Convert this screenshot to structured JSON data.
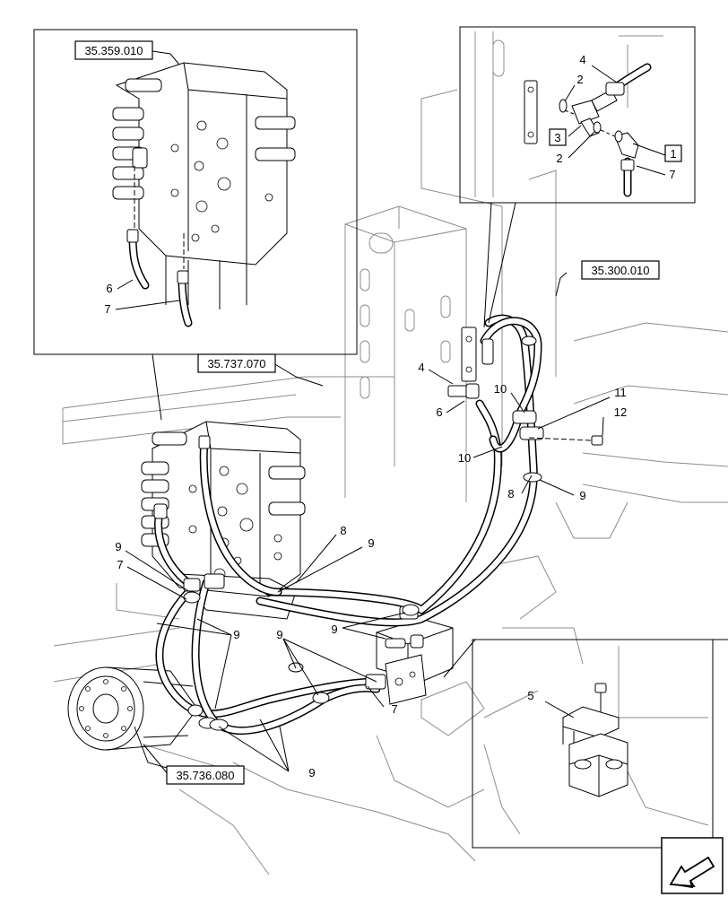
{
  "references": {
    "detail_left": "35.359.010",
    "frame_right": "35.300.010",
    "upper_line": "35.737.070",
    "lower_motor": "35.736.080"
  },
  "callouts": {
    "c1": "1",
    "c2a": "2",
    "c2b": "2",
    "c3": "3",
    "c4a": "4",
    "c7a": "7",
    "c6a": "6",
    "c7b": "7",
    "c4b": "4",
    "c6b": "6",
    "c10a": "10",
    "c11": "11",
    "c12": "12",
    "c10b": "10",
    "c8a": "8",
    "c9a": "9",
    "c9b": "9",
    "c7c": "7",
    "c8b": "8",
    "c9c": "9",
    "c9d": "9",
    "c9e": "9",
    "c9f": "9",
    "c7d": "7",
    "c9g": "9",
    "c5": "5"
  },
  "icons": [
    "direction-arrow-icon"
  ],
  "colors": {
    "line": "#000000",
    "background": "#ffffff",
    "ghost_line": "#8c8c8c"
  }
}
